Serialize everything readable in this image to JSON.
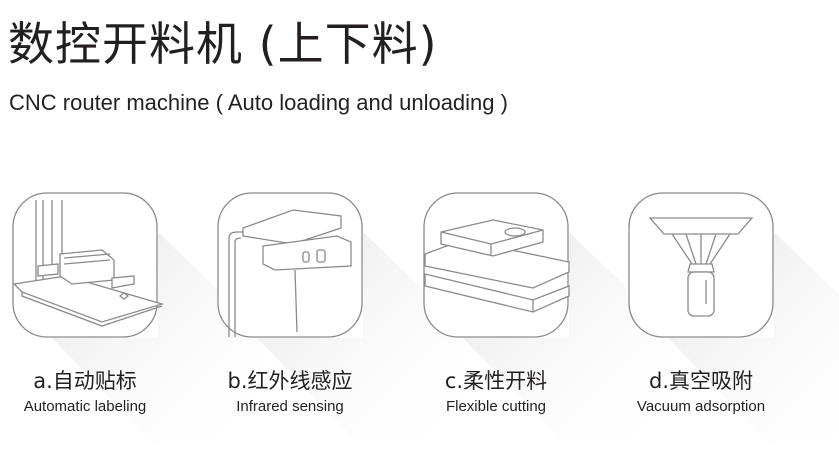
{
  "header": {
    "title_cn": "数控开料机 (上下料)",
    "title_en": "CNC router machine ( Auto loading and unloading )"
  },
  "features": [
    {
      "label": "a.自动贴标",
      "sub": "Automatic labeling",
      "icon": "labeling-machine-icon"
    },
    {
      "label": "b.红外线感应",
      "sub": "Infrared sensing",
      "icon": "infrared-sensor-icon"
    },
    {
      "label": "c.柔性开料",
      "sub": "Flexible cutting",
      "icon": "flexible-cutting-icon"
    },
    {
      "label": "d.真空吸附",
      "sub": "Vacuum adsorption",
      "icon": "vacuum-suction-icon"
    }
  ],
  "colors": {
    "line": "#8a8a8a",
    "text": "#231f20"
  }
}
